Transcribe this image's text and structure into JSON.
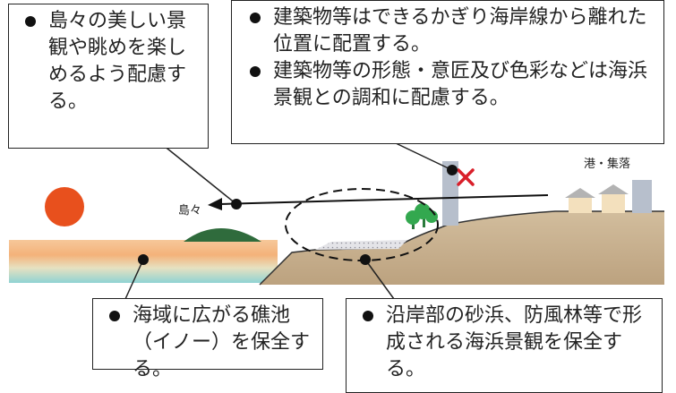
{
  "callouts": {
    "islands": {
      "items": [
        "島々の美しい景観や眺めを楽しめるよう配慮する。"
      ]
    },
    "buildings": {
      "items": [
        "建築物等はできるかぎり海岸線から離れた位置に配置する。",
        "建築物等の形態・意匠及び色彩などは海浜景観との調和に配慮する。"
      ]
    },
    "reef": {
      "items": [
        "海域に広がる礁池（イノー）を保全する。"
      ]
    },
    "beach": {
      "items": [
        "沿岸部の砂浜、防風林等で形成される海浜景観を保全する。"
      ]
    }
  },
  "scene": {
    "port_label": "港・集落",
    "islands_label": "島々"
  },
  "colors": {
    "sun": "#e8501d",
    "island": "#2f6b3c",
    "land": "#c4ad8c",
    "building": "#b7bfcc",
    "x_mark": "#d91f2a",
    "tree": "#33a84f",
    "sea_top": "#f4b27a",
    "sea_bottom": "#8fd3d3"
  }
}
